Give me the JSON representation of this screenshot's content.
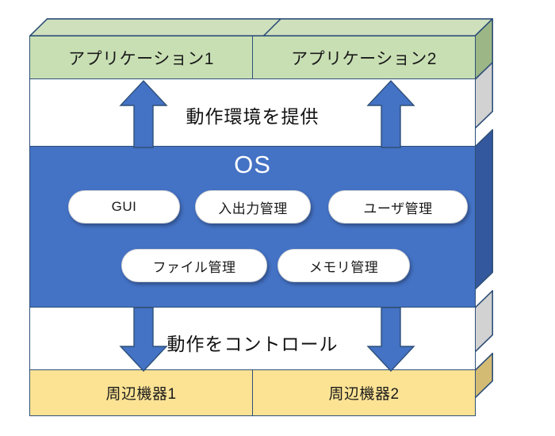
{
  "diagram": {
    "title": "OS layered architecture diagram",
    "colors": {
      "application_fill": "#c8dfb3",
      "application_top_face": "#cfe0bd",
      "application_side_face": "#9cb686",
      "os_fill": "#4472c4",
      "os_side_face": "#33589e",
      "peripheral_fill": "#fce394",
      "peripheral_side_face": "#d4bb74",
      "gap_fill": "#ffffff",
      "gap_side_face": "#d2d2d2",
      "outline": "#2e5078",
      "arrow": "#4472c4",
      "arrow_outline": "#2e5078",
      "pill_fill": "#ffffff",
      "text_dark": "#1a1a1a",
      "text_light": "#ffffff"
    }
  },
  "application_layer": {
    "boxes": [
      {
        "label": "アプリケーション1"
      },
      {
        "label": "アプリケーション2"
      }
    ]
  },
  "upper_gap": {
    "caption": "動作環境を提供",
    "arrows": [
      {
        "direction": "up",
        "name": "arrow-up-left"
      },
      {
        "direction": "up",
        "name": "arrow-up-right"
      }
    ]
  },
  "os_layer": {
    "title": "OS",
    "pills": [
      {
        "label": "GUI",
        "name": "pill-gui",
        "row": 1
      },
      {
        "label": "入出力管理",
        "name": "pill-io",
        "row": 1
      },
      {
        "label": "ユーザ管理",
        "name": "pill-user",
        "row": 1
      },
      {
        "label": "ファイル管理",
        "name": "pill-file",
        "row": 2
      },
      {
        "label": "メモリ管理",
        "name": "pill-memory",
        "row": 2
      }
    ]
  },
  "lower_gap": {
    "caption": "動作をコントロール",
    "arrows": [
      {
        "direction": "down",
        "name": "arrow-down-left"
      },
      {
        "direction": "down",
        "name": "arrow-down-right"
      }
    ]
  },
  "peripheral_layer": {
    "boxes": [
      {
        "label": "周辺機器1"
      },
      {
        "label": "周辺機器2"
      }
    ]
  }
}
